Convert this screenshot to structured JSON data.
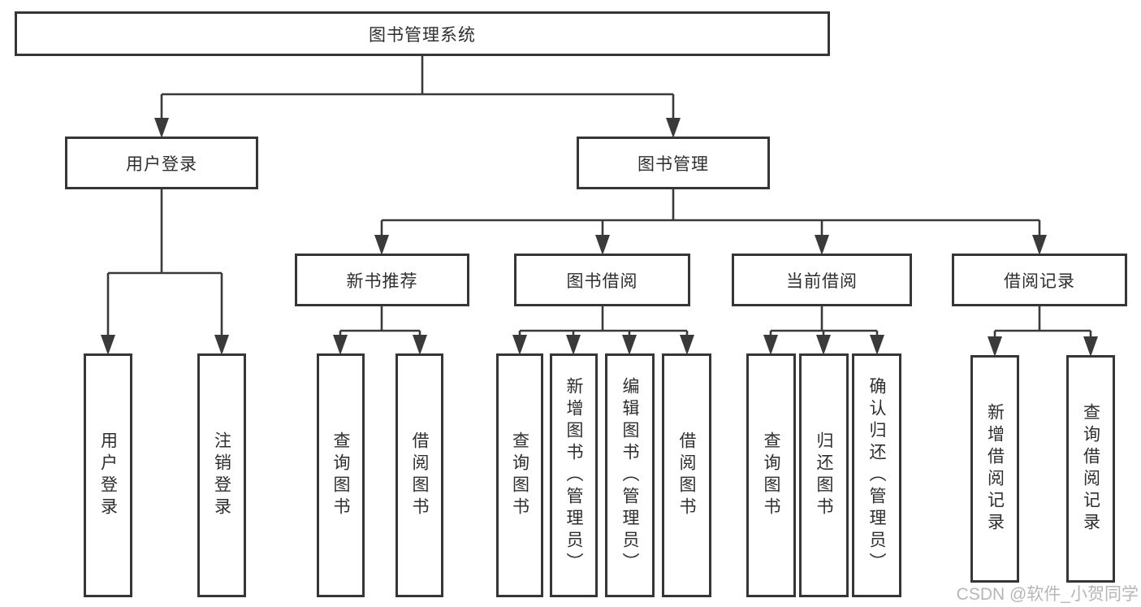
{
  "diagram": {
    "type": "hierarchy-tree",
    "orientation": "top-down",
    "colors": {
      "background": "#ffffff",
      "box_border": "#363636",
      "connector": "#3a3a3a",
      "text": "#2e2e2e",
      "watermark_text": "#b6b6b6"
    },
    "tree": {
      "label": "图书管理系统",
      "children": [
        {
          "label": "用户登录",
          "children": [
            {
              "label": "用户登录"
            },
            {
              "label": "注销登录"
            }
          ]
        },
        {
          "label": "图书管理",
          "children": [
            {
              "label": "新书推荐",
              "children": [
                {
                  "label": "查询图书"
                },
                {
                  "label": "借阅图书"
                }
              ]
            },
            {
              "label": "图书借阅",
              "children": [
                {
                  "label": "查询图书"
                },
                {
                  "label": "新增图书（管理员）"
                },
                {
                  "label": "编辑图书（管理员）"
                },
                {
                  "label": "借阅图书"
                }
              ]
            },
            {
              "label": "当前借阅",
              "children": [
                {
                  "label": "查询图书"
                },
                {
                  "label": "归还图书"
                },
                {
                  "label": "确认归还（管理员）"
                }
              ]
            },
            {
              "label": "借阅记录",
              "children": [
                {
                  "label": "新增借阅记录"
                },
                {
                  "label": "查询借阅记录"
                }
              ]
            }
          ]
        }
      ]
    },
    "watermark": {
      "text": "CSDN @软件_小贺同学"
    }
  }
}
